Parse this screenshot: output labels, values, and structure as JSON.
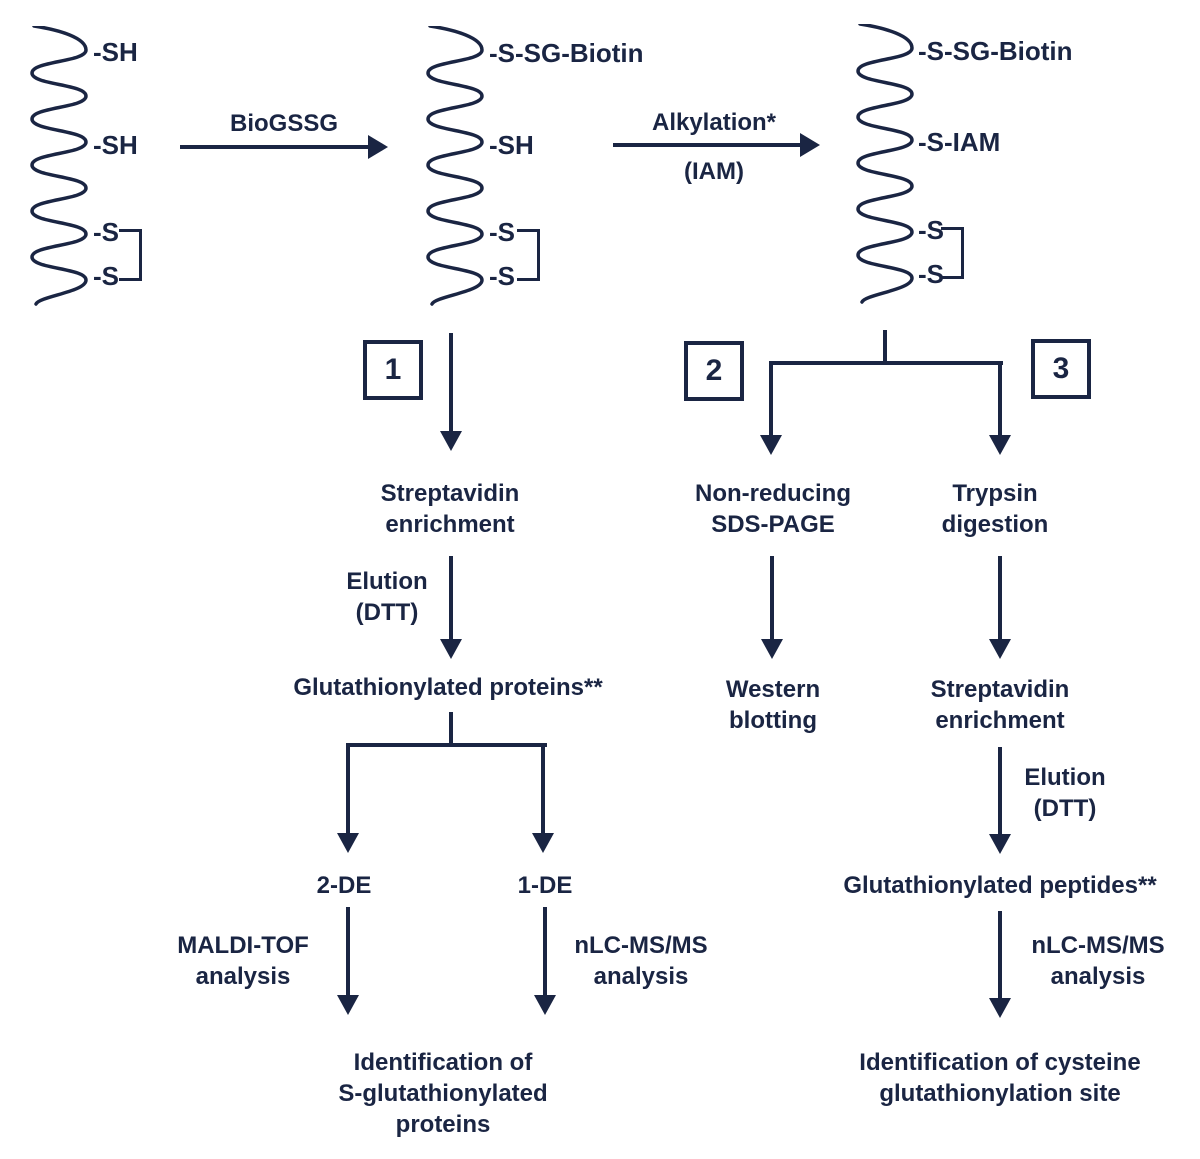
{
  "colors": {
    "ink": "#1a2543",
    "background": "#ffffff"
  },
  "proteins": [
    {
      "site_labels": [
        "-SH",
        "-SH",
        "-S",
        "-S"
      ]
    },
    {
      "site_labels": [
        "-S-SG-Biotin",
        "-SH",
        "-S",
        "-S"
      ]
    },
    {
      "site_labels": [
        "-S-SG-Biotin",
        "-S-IAM",
        "-S",
        "-S"
      ]
    }
  ],
  "reactions": [
    {
      "top_label": "BioGSSG",
      "bottom_label": ""
    },
    {
      "top_label": "Alkylation*",
      "bottom_label": "(IAM)"
    }
  ],
  "routes": [
    {
      "number": "1"
    },
    {
      "number": "2"
    },
    {
      "number": "3"
    }
  ],
  "nodes": {
    "streptavidin_enrichment_1": "Streptavidin\nenrichment",
    "elution_dtt_1": "Elution\n(DTT)",
    "glutathionylated_proteins": "Glutathionylated proteins**",
    "two_de": "2-DE",
    "one_de": "1-DE",
    "maldi_tof_analysis": "MALDI-TOF\nanalysis",
    "nlc_msms_analysis_1": "nLC-MS/MS\nanalysis",
    "identification_proteins": "Identification of\nS-glutathionylated\nproteins",
    "non_reducing_sds_page": "Non-reducing\nSDS-PAGE",
    "trypsin_digestion": "Trypsin\ndigestion",
    "western_blotting": "Western\nblotting",
    "streptavidin_enrichment_2": "Streptavidin\nenrichment",
    "elution_dtt_2": "Elution\n(DTT)",
    "glutathionylated_peptides": "Glutathionylated peptides**",
    "nlc_msms_analysis_2": "nLC-MS/MS\nanalysis",
    "identification_site": "Identification of cysteine\nglutathionylation site"
  }
}
